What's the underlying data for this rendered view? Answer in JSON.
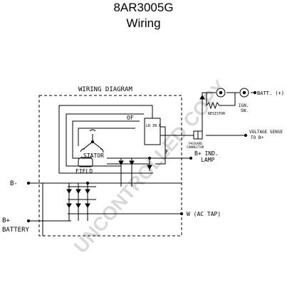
{
  "header": {
    "title": "8AR3005G",
    "subtitle": "Wiring"
  },
  "diagram": {
    "frame_label": "WIRING DIAGRAM",
    "labels": {
      "of": "OF",
      "stator": "STATOR",
      "field": "FIELD",
      "f": "F",
      "b_minus": "B-",
      "b_plus": "B+",
      "battery": "BATTERY",
      "b_plus_ind": "B+ IND.",
      "lamp": "LAMP",
      "w_ac_tap": "W (AC TAP)",
      "resistor": "RESISTOR",
      "ign": "IGN.",
      "sw": "SW.",
      "batt": "BATT. (+)",
      "packard": "PACKARD",
      "connector": "CONNECTOR",
      "voltage_sense": "VOLTAGE SENSE",
      "to_b_plus": "TO B+",
      "regulator": "LR IN F"
    }
  },
  "watermark": {
    "text": "UNCONTROLLED COPY",
    "color": "#d9d9d9"
  }
}
